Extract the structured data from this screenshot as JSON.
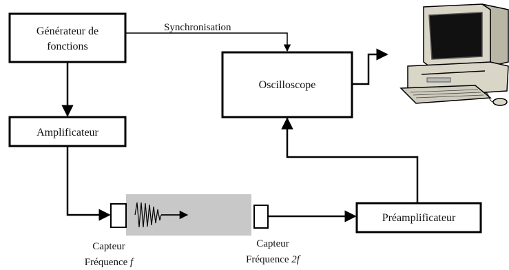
{
  "blocks": {
    "generator_line1": "Générateur de",
    "generator_line2": "fonctions",
    "amplifier": "Amplificateur",
    "oscilloscope": "Oscilloscope",
    "preamplifier": "Préamplificateur"
  },
  "links": {
    "sync": "Synchronisation"
  },
  "sensors": {
    "emitter_line1": "Capteur",
    "emitter_line2_text": "Fréquence ",
    "emitter_line2_var": "f",
    "receiver_line1": "Capteur",
    "receiver_line2_text": "Fréquence ",
    "receiver_line2_var": "2f"
  },
  "colors": {
    "stroke": "#000000",
    "sample": "#c8c8c8",
    "computer_body": "#d9d6c8",
    "screen": "#111111"
  },
  "icons": {
    "computer": "desktop-computer-icon"
  }
}
